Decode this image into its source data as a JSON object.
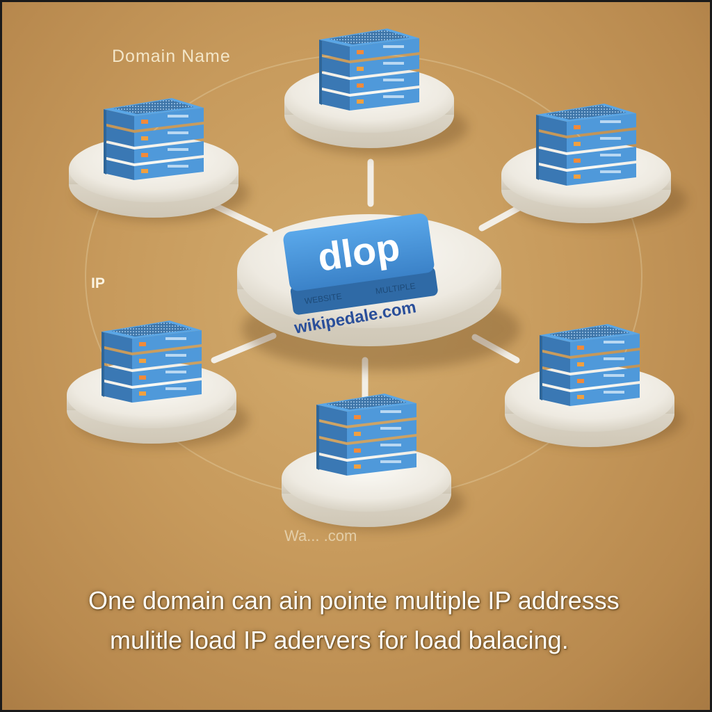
{
  "labels": {
    "domain_name": "Domain Name",
    "ip": "IP",
    "domain_bottom": "Wa... .com"
  },
  "central_node": {
    "badge_text": "dlop",
    "front_text_left": "WEBSITE",
    "front_text_right": "MULTIPLE",
    "domain_text": "wikipedale.com"
  },
  "caption": {
    "line1": "One domain can ain pointe multiple IP addresss",
    "line2": "mulitle load IP adervers for load balacing."
  },
  "colors": {
    "background": "#c79a5c",
    "server_blue": "#4a93d6",
    "platform": "#f4f1ea",
    "caption_text": "#fffdf6"
  },
  "icons": {
    "server": "server-stack-icon",
    "central": "domain-badge-icon"
  }
}
